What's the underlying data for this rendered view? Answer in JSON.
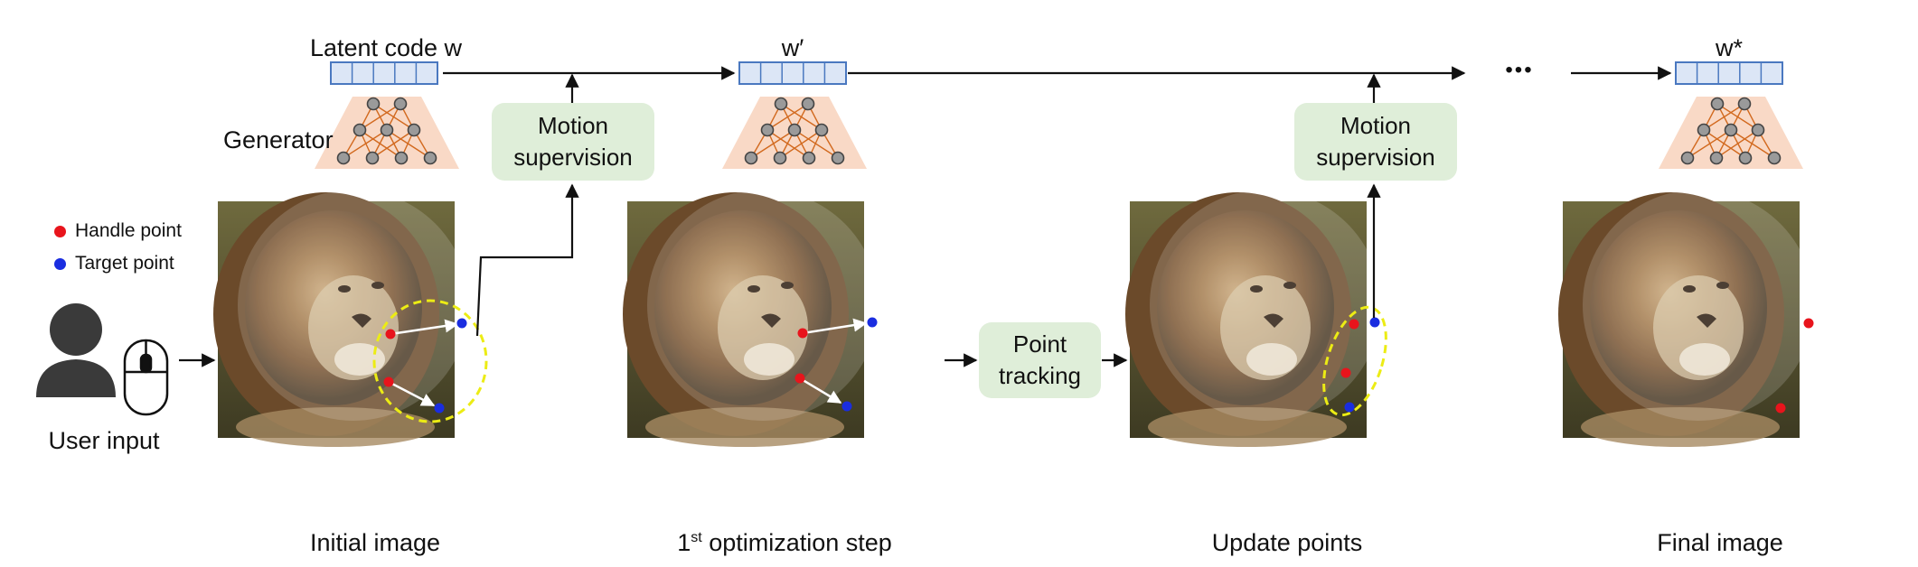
{
  "latent": {
    "w_label": "Latent code w",
    "w_prime_label": "w′",
    "w_star_label": "w*",
    "ellipsis": "•••"
  },
  "generator_label": "Generator",
  "boxes": {
    "motion_1": [
      "Motion",
      "supervision"
    ],
    "tracking": [
      "Point",
      "tracking"
    ],
    "motion_2": [
      "Motion",
      "supervision"
    ]
  },
  "legend": {
    "handle": "Handle point",
    "target": "Target point"
  },
  "user_input_label": "User input",
  "captions": {
    "initial": "Initial image",
    "step_prefix": "1",
    "step_sup": "st",
    "step_suffix": " optimization step",
    "update": "Update points",
    "final": "Final image"
  },
  "colors": {
    "handle": "#e8141c",
    "target": "#1a2de0",
    "latent_fill": "#dce6f6",
    "latent_stroke": "#4a78c0",
    "generator_fill": "#f9d9c6",
    "generator_edge": "#d2691e",
    "node_fill": "#9a9a9a",
    "box_fill": "#dfeed9",
    "mask_ellipse": "#ecec14"
  }
}
